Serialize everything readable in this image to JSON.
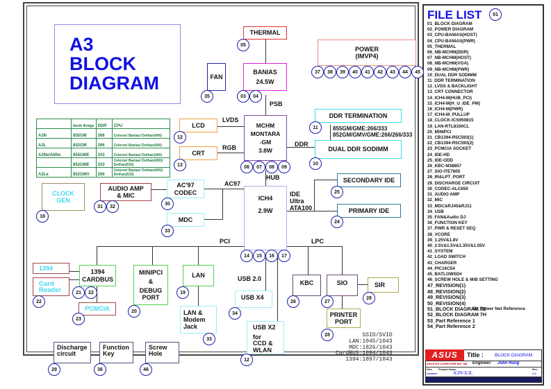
{
  "title": {
    "line1": "A3",
    "line2": "BLOCK",
    "line3": "DIAGRAM"
  },
  "nb_table": {
    "headers": [
      "",
      "North Bridge",
      "DDR",
      "CPU"
    ],
    "rows": [
      [
        "A3N",
        "855GM",
        "266",
        "Celeron/ Banias/ Dothan(400)"
      ],
      [
        "A3L",
        "852GM",
        "266",
        "Celeron/ Banias/ Dothan(400)"
      ],
      [
        "A3Ne/A6Ne",
        "855GME",
        "333",
        "Celeron/ Banias/ Dothan(400)"
      ],
      [
        "",
        "852GME",
        "333",
        "Celeron/ Banias/ Dothan(400)/ Dothan(533)"
      ],
      [
        "A3Le",
        "852GMV",
        "266",
        "Celeron/ Banias/ Dothan(400)/ Dothan(533)"
      ]
    ]
  },
  "blocks": {
    "thermal": "THERMAL",
    "fan": "FAN",
    "banias": [
      "BANIAS",
      "24.5W"
    ],
    "power": [
      "POWER",
      "(IMVP4)"
    ],
    "mchm": [
      "MCHM",
      "MONTARA",
      "-GM",
      "3.8W"
    ],
    "lcd": "LCD",
    "crt": "CRT",
    "ddr_term": "DDR  TERMINATION",
    "ddr_note": [
      "855GM/GME:266/333",
      "852GM/GMV/GME:266/266/333"
    ],
    "dual_ddr": "DUAL DDR SODIMM",
    "clock_gen": [
      "CLOCK",
      "GEN"
    ],
    "audio_amp": [
      "AUDIO AMP",
      "& MIC"
    ],
    "ac97_codec": [
      "AC'97",
      "CODEC"
    ],
    "mdc": "MDC",
    "ich4": [
      "ICH4",
      "2.9W"
    ],
    "secondary_ide": "SECONDARY IDE",
    "primary_ide": "PRIMARY IDE",
    "ieee1394": "1394",
    "card_reader": [
      "Card",
      "Reader"
    ],
    "cardbus": [
      "1394",
      "CARDBUS"
    ],
    "pcmcia": "PCMCIA",
    "minipci": [
      "MINIPCI",
      "&",
      "DEBUG",
      "PORT"
    ],
    "lan": "LAN",
    "lan_modem": [
      "LAN &",
      "Modem",
      "Jack"
    ],
    "usb_x4": "USB X4",
    "usb_x2": [
      "USB X2",
      "for",
      "CCD &",
      "WLAN"
    ],
    "kbc": "KBC",
    "sio": "SIO",
    "sir": "SIR",
    "printer": [
      "PRINTER",
      "PORT"
    ],
    "discharge": [
      "Discharge",
      "circuit"
    ],
    "function_key": [
      "Function",
      "Key"
    ],
    "screw_hole": [
      "Screw",
      "Hole"
    ]
  },
  "bus_labels": {
    "psb": "PSB",
    "lvds": "LVDS",
    "rgb": "RGB",
    "ddr": "DDR",
    "hub": "HUB",
    "ac97": "AC97",
    "ide": [
      "IDE",
      "Ultra",
      "ATA100"
    ],
    "pci": "PCI",
    "lpc": "LPC",
    "usb20": "USB 2.0"
  },
  "page_refs": {
    "thermal": "05",
    "fan": "35",
    "banias": [
      "03",
      "04"
    ],
    "power": [
      "37",
      "38",
      "39",
      "40",
      "41",
      "42",
      "43",
      "44",
      "45"
    ],
    "lcd": "12",
    "crt": "13",
    "mchm": [
      "06",
      "07",
      "08",
      "09"
    ],
    "ddr_term": "11",
    "dual_ddr": "10",
    "clock_gen": "18",
    "audio_amp": [
      "31",
      "32"
    ],
    "ac97_codec": "30",
    "mdc": "33",
    "secondary_ide": "25",
    "primary_ide": "24",
    "ich4": [
      "14",
      "15",
      "16",
      "17"
    ],
    "card_reader": "22",
    "cardbus": [
      "21",
      "22"
    ],
    "pcmcia": "23",
    "minipci": "20",
    "lan": "19",
    "lan_modem": "33",
    "usb_x4": "34",
    "usb_x2": "12",
    "kbc": "26",
    "sio": "27",
    "sir": "28",
    "printer": "28",
    "discharge": "29",
    "function_key": "36",
    "screw_hole": "46",
    "file_list": "01"
  },
  "ssid": [
    "SSID/SVID",
    "LAN:1045/1043",
    "MDC:1826/1043",
    "CardBUS:1894/1043",
    "1394:1897/1043"
  ],
  "file_list": {
    "title": "FILE LIST",
    "items": [
      "01_BLOCK DIAGRAM",
      "02_POWER DIAGRAM",
      "03_CPU-BANIAS(HOST)",
      "04_CPU-BANIAS(PWR)",
      "05_THERMAL",
      "06_NB-MCHM(DDR)",
      "07_NB-MCHM(HOST)",
      "08_NB-MCHM(VGA)",
      "09_NB-MCHM(PWR)",
      "10_DUAL DDR SODIMM",
      "11_DDR TERMINATION",
      "12_LVDS & BACKLIGHT",
      "13_CRT CONNECTOR",
      "14_ICH4-M(HUB_PCI)",
      "15_ICH4-M(H_U_IDE_PM)",
      "16_ICH4-M(PWR)",
      "17_ICH4-M_PULLUP",
      "18_CLOCK-ICS950815",
      "19_LAN-RTL8100CL",
      "20_MINIPCI",
      "21_CB1394-R5C593(1)",
      "22_CB1394-R5C593(2)",
      "23_PCMCIA SOCKET",
      "24_IDE-HD",
      "25_IDE-ODD",
      "26_KBC-M38857",
      "27_SIO-ITE7805",
      "28_IR&LPT_PORT",
      "29_DISCHARGE CIRCUIT",
      "30_CODEC-ALC650",
      "31_AUDIO AMP",
      "32_MIC",
      "33_MDC&RJ45&RJ11",
      "34_USB",
      "35_FAN&Audio DJ",
      "36_FUNCTION KEY",
      "37_PWR & RESET SEQ",
      "38_VCORE",
      "39_1.25V&1.8V",
      "40_2.5V&1.5V&1.35V&1.05V",
      "41_SYSTEM",
      "42_LOAD SWITCH",
      "43_CHARGER",
      "44_PIC16C54",
      "45_BATLOWSD#",
      "46_SCREW HOLE & M/B SETTING",
      "47_REVISION(1)",
      "48_REVISION(2)",
      "49_REVISION(3)",
      "50_REVISION(4)",
      "51_BLOCK DIAGRAM 5E",
      "52_BLOCK DIAGRAM 7H",
      "53_Part Reference 1",
      "54_Part Reference 2"
    ],
    "extra": "55_Power Net Reference"
  },
  "title_block": {
    "logo": "ASUS",
    "title_label": "Title :",
    "title_value": "BLOCK DIAGRAM",
    "company": "ASUSTeK COMPUTER INC. NB",
    "engineer_label": "Engineer:",
    "engineer_value": "John Hung",
    "size_label": "Size",
    "size_value": "Custom",
    "project_label": "Project Name",
    "project_value": "A3N/A3L",
    "rev_label": "Rev",
    "rev_value": "2.4"
  }
}
